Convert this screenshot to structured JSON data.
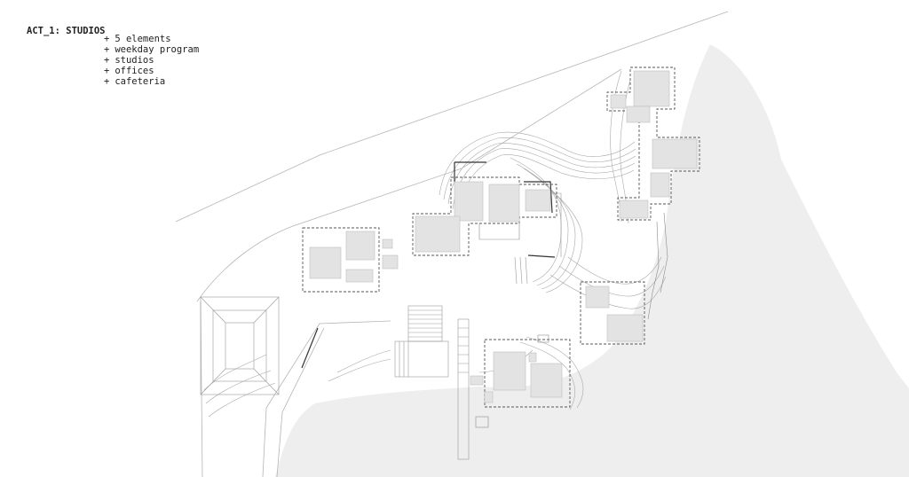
{
  "legend": {
    "title": "ACT_1: STUDIOS",
    "bullet": "+",
    "items": [
      "5 elements",
      "weekday program",
      "studios",
      "offices",
      "cafeteria"
    ]
  },
  "colors": {
    "background": "#ffffff",
    "terrain_fill": "#eeeeee",
    "building_fill": "#e3e3e3",
    "contour_line": "#9a9a9a",
    "dashed_boundary": "#555555",
    "text": "#222222"
  }
}
